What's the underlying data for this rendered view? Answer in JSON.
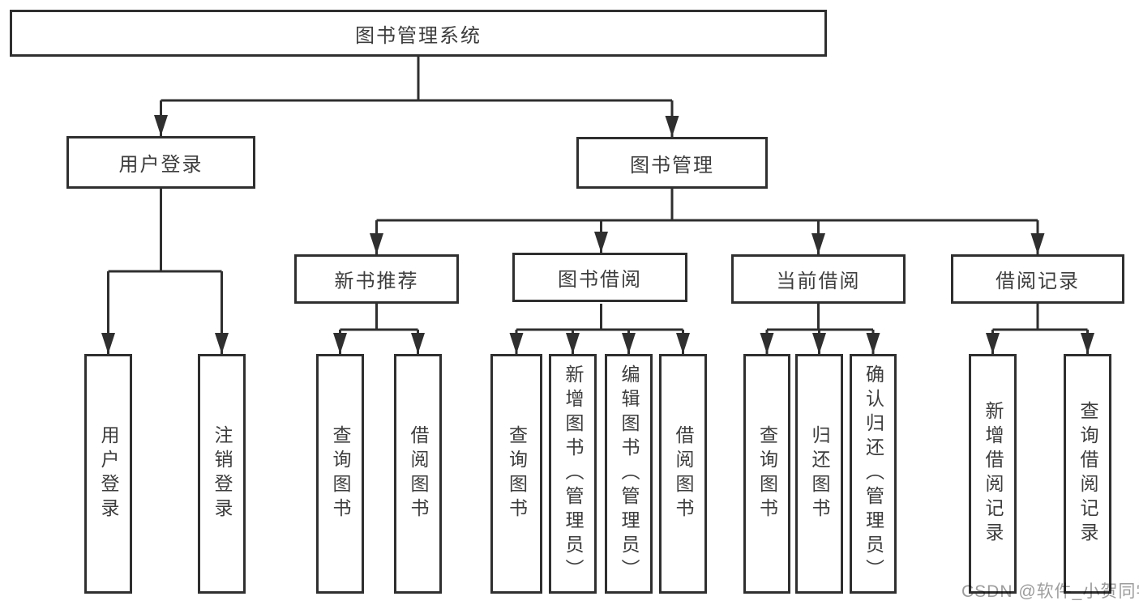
{
  "diagram": {
    "type": "tree",
    "root": "图书管理系统",
    "level2": [
      "用户登录",
      "图书管理"
    ],
    "level3": [
      "新书推荐",
      "图书借阅",
      "当前借阅",
      "借阅记录"
    ],
    "leaves": [
      "用户登录",
      "注销登录",
      "查询图书",
      "借阅图书",
      "查询图书",
      "新增图书（管理员）",
      "编辑图书（管理员）",
      "借阅图书",
      "查询图书",
      "归还图书",
      "确认归还（管理员）",
      "新增借阅记录",
      "查询借阅记录"
    ],
    "hierarchy": {
      "图书管理系统": [
        "用户登录",
        "图书管理"
      ],
      "用户登录": [
        "用户登录",
        "注销登录"
      ],
      "图书管理": [
        "新书推荐",
        "图书借阅",
        "当前借阅",
        "借阅记录"
      ],
      "新书推荐": [
        "查询图书",
        "借阅图书"
      ],
      "图书借阅": [
        "查询图书",
        "新增图书（管理员）",
        "编辑图书（管理员）",
        "借阅图书"
      ],
      "当前借阅": [
        "查询图书",
        "归还图书",
        "确认归还（管理员）"
      ],
      "借阅记录": [
        "新增借阅记录",
        "查询借阅记录"
      ]
    }
  },
  "watermark": {
    "text": "CSDN @软件_小贺同学"
  },
  "colors": {
    "line": "#333333",
    "border": "#2f2f2f",
    "text": "#3d3d3d",
    "watermark": "#9c9c9c",
    "background": "#ffffff"
  }
}
